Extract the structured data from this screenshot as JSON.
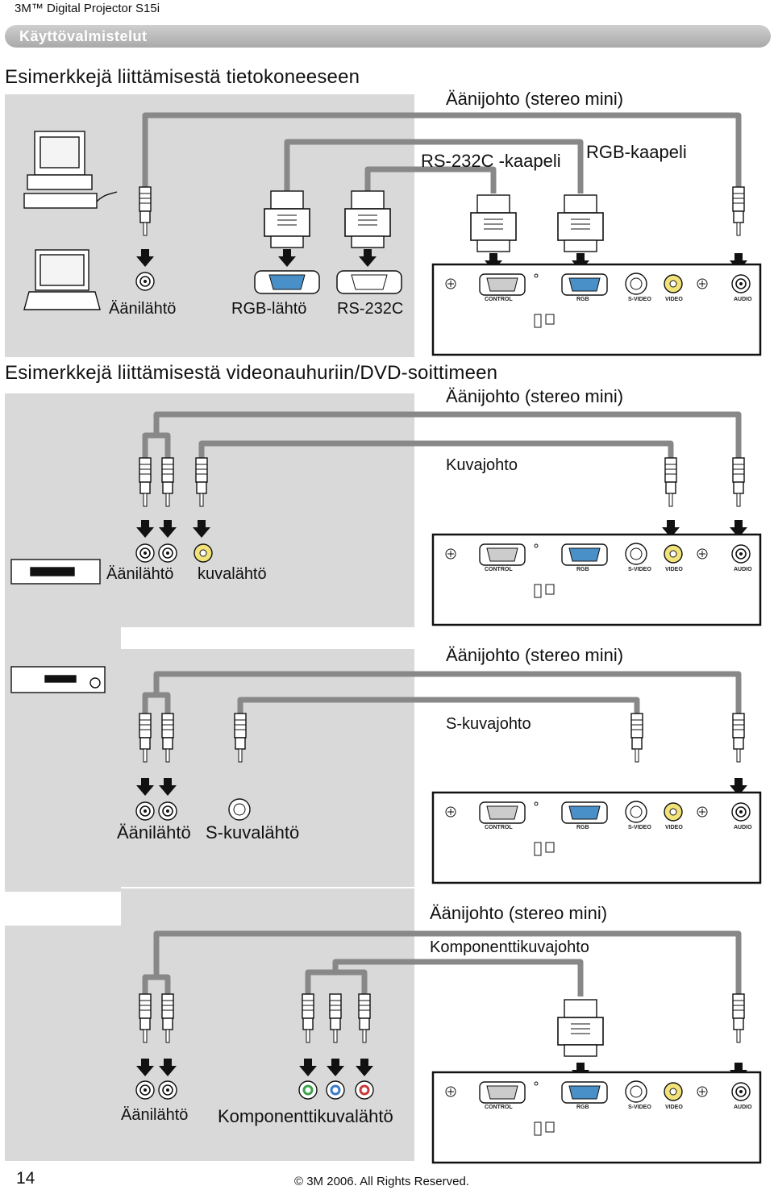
{
  "header": {
    "doc_title": "3M™ Digital Projector S15i",
    "section": "Käyttövalmistelut"
  },
  "computer_section": {
    "heading": "Esimerkkejä liittämisestä tietokoneeseen",
    "cable_audio": "Äänijohto (stereo mini)",
    "cable_rs232c": "RS-232C -kaapeli",
    "cable_rgb": "RGB-kaapeli",
    "port_audio_out": "Äänilähtö",
    "port_rgb_out": "RGB-lähtö",
    "port_rs232c": "RS-232C"
  },
  "video_section": {
    "heading": "Esimerkkejä liittämisestä videonauhuriin/DVD-soittimeen",
    "cable_audio_1": "Äänijohto (stereo mini)",
    "cable_video": "Kuvajohto",
    "port_audio_out_1": "Äänilähtö",
    "port_video_out": "kuvalähtö",
    "cable_audio_2": "Äänijohto (stereo mini)",
    "cable_svideo": "S-kuvajohto",
    "port_audio_out_2": "Äänilähtö",
    "port_svideo_out": "S-kuvalähtö",
    "cable_audio_3": "Äänijohto (stereo mini)",
    "cable_component": "Komponenttikuvajohto",
    "port_audio_out_3": "Äänilähtö",
    "port_component_out": "Komponenttikuvalähtö"
  },
  "projector_panel": {
    "control": "CONTROL",
    "rgb": "RGB",
    "svideo": "S-VIDEO",
    "video": "VIDEO",
    "audio": "AUDIO"
  },
  "footer": {
    "page_number": "14",
    "copyright": "© 3M 2006.  All Rights Reserved."
  }
}
